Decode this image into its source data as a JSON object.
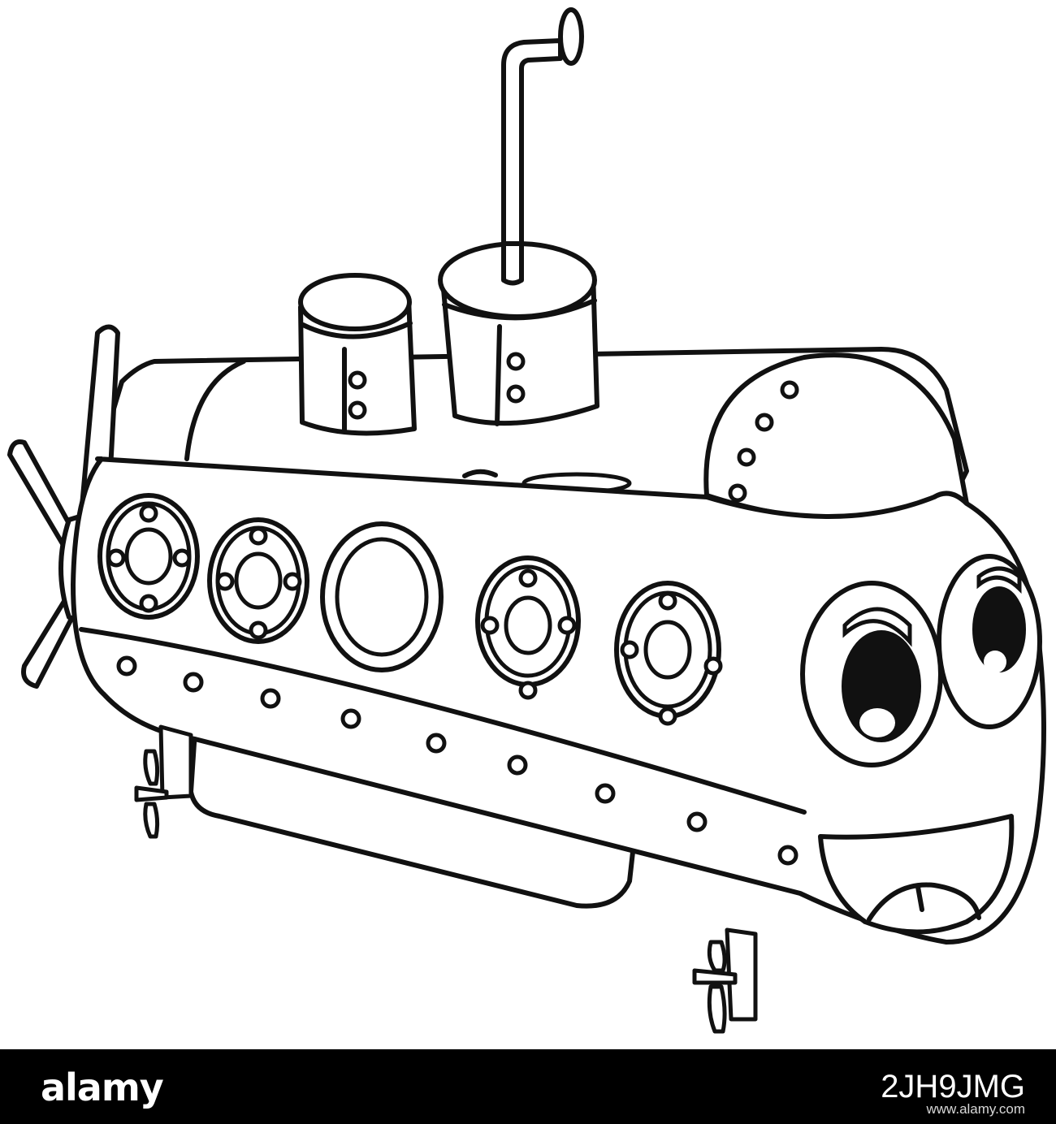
{
  "artwork": {
    "subject": "cartoon submarine coloring page",
    "colors": {
      "ink": "#111111",
      "paper": "#ffffff"
    }
  },
  "stock_bar": {
    "logo": "alamy",
    "image_id": "2JH9JMG",
    "url": "www.alamy.com",
    "background": "#000000"
  }
}
